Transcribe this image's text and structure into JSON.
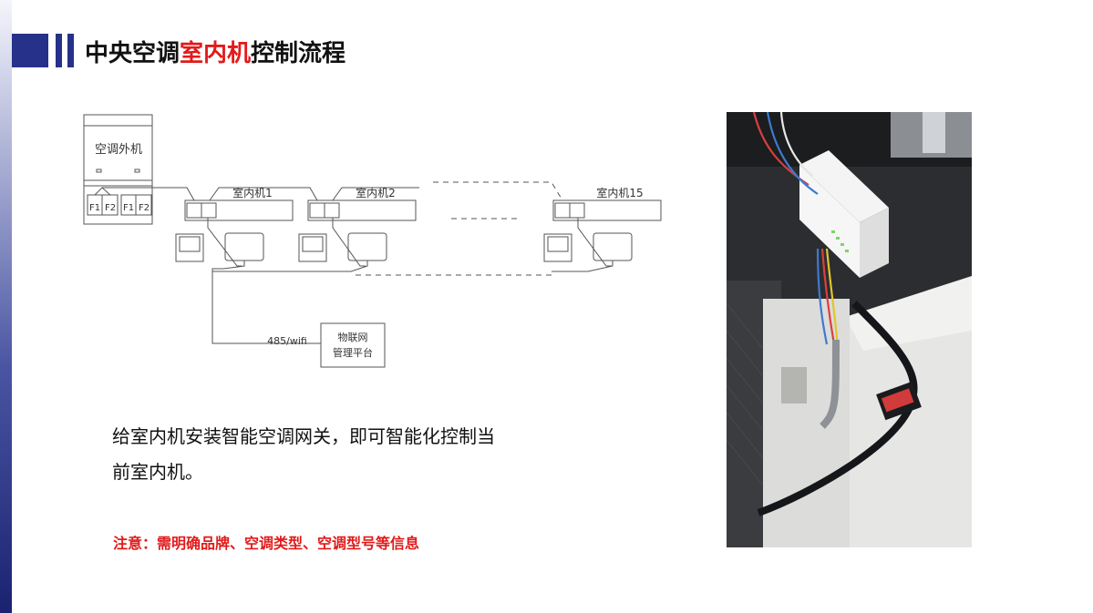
{
  "title": {
    "part1": "中央空调",
    "highlight": "室内机",
    "part2": "控制流程",
    "highlight_color": "#e21a1a"
  },
  "diagram": {
    "outdoor_unit": "空调外机",
    "terminals": [
      "F1",
      "F2",
      "F1",
      "F2"
    ],
    "indoor_units": [
      "室内机1",
      "室内机2",
      "室内机15"
    ],
    "link_label": "485/wifi",
    "platform_line1": "物联网",
    "platform_line2": "管理平台"
  },
  "description": "给室内机安装智能空调网关，即可智能化控制当前室内机。",
  "note": "注意：需明确品牌、空调类型、空调型号等信息",
  "photo": {
    "subject": "gateway-installed-photo"
  },
  "colors": {
    "accent": "#263189",
    "highlight": "#e21a1a"
  }
}
